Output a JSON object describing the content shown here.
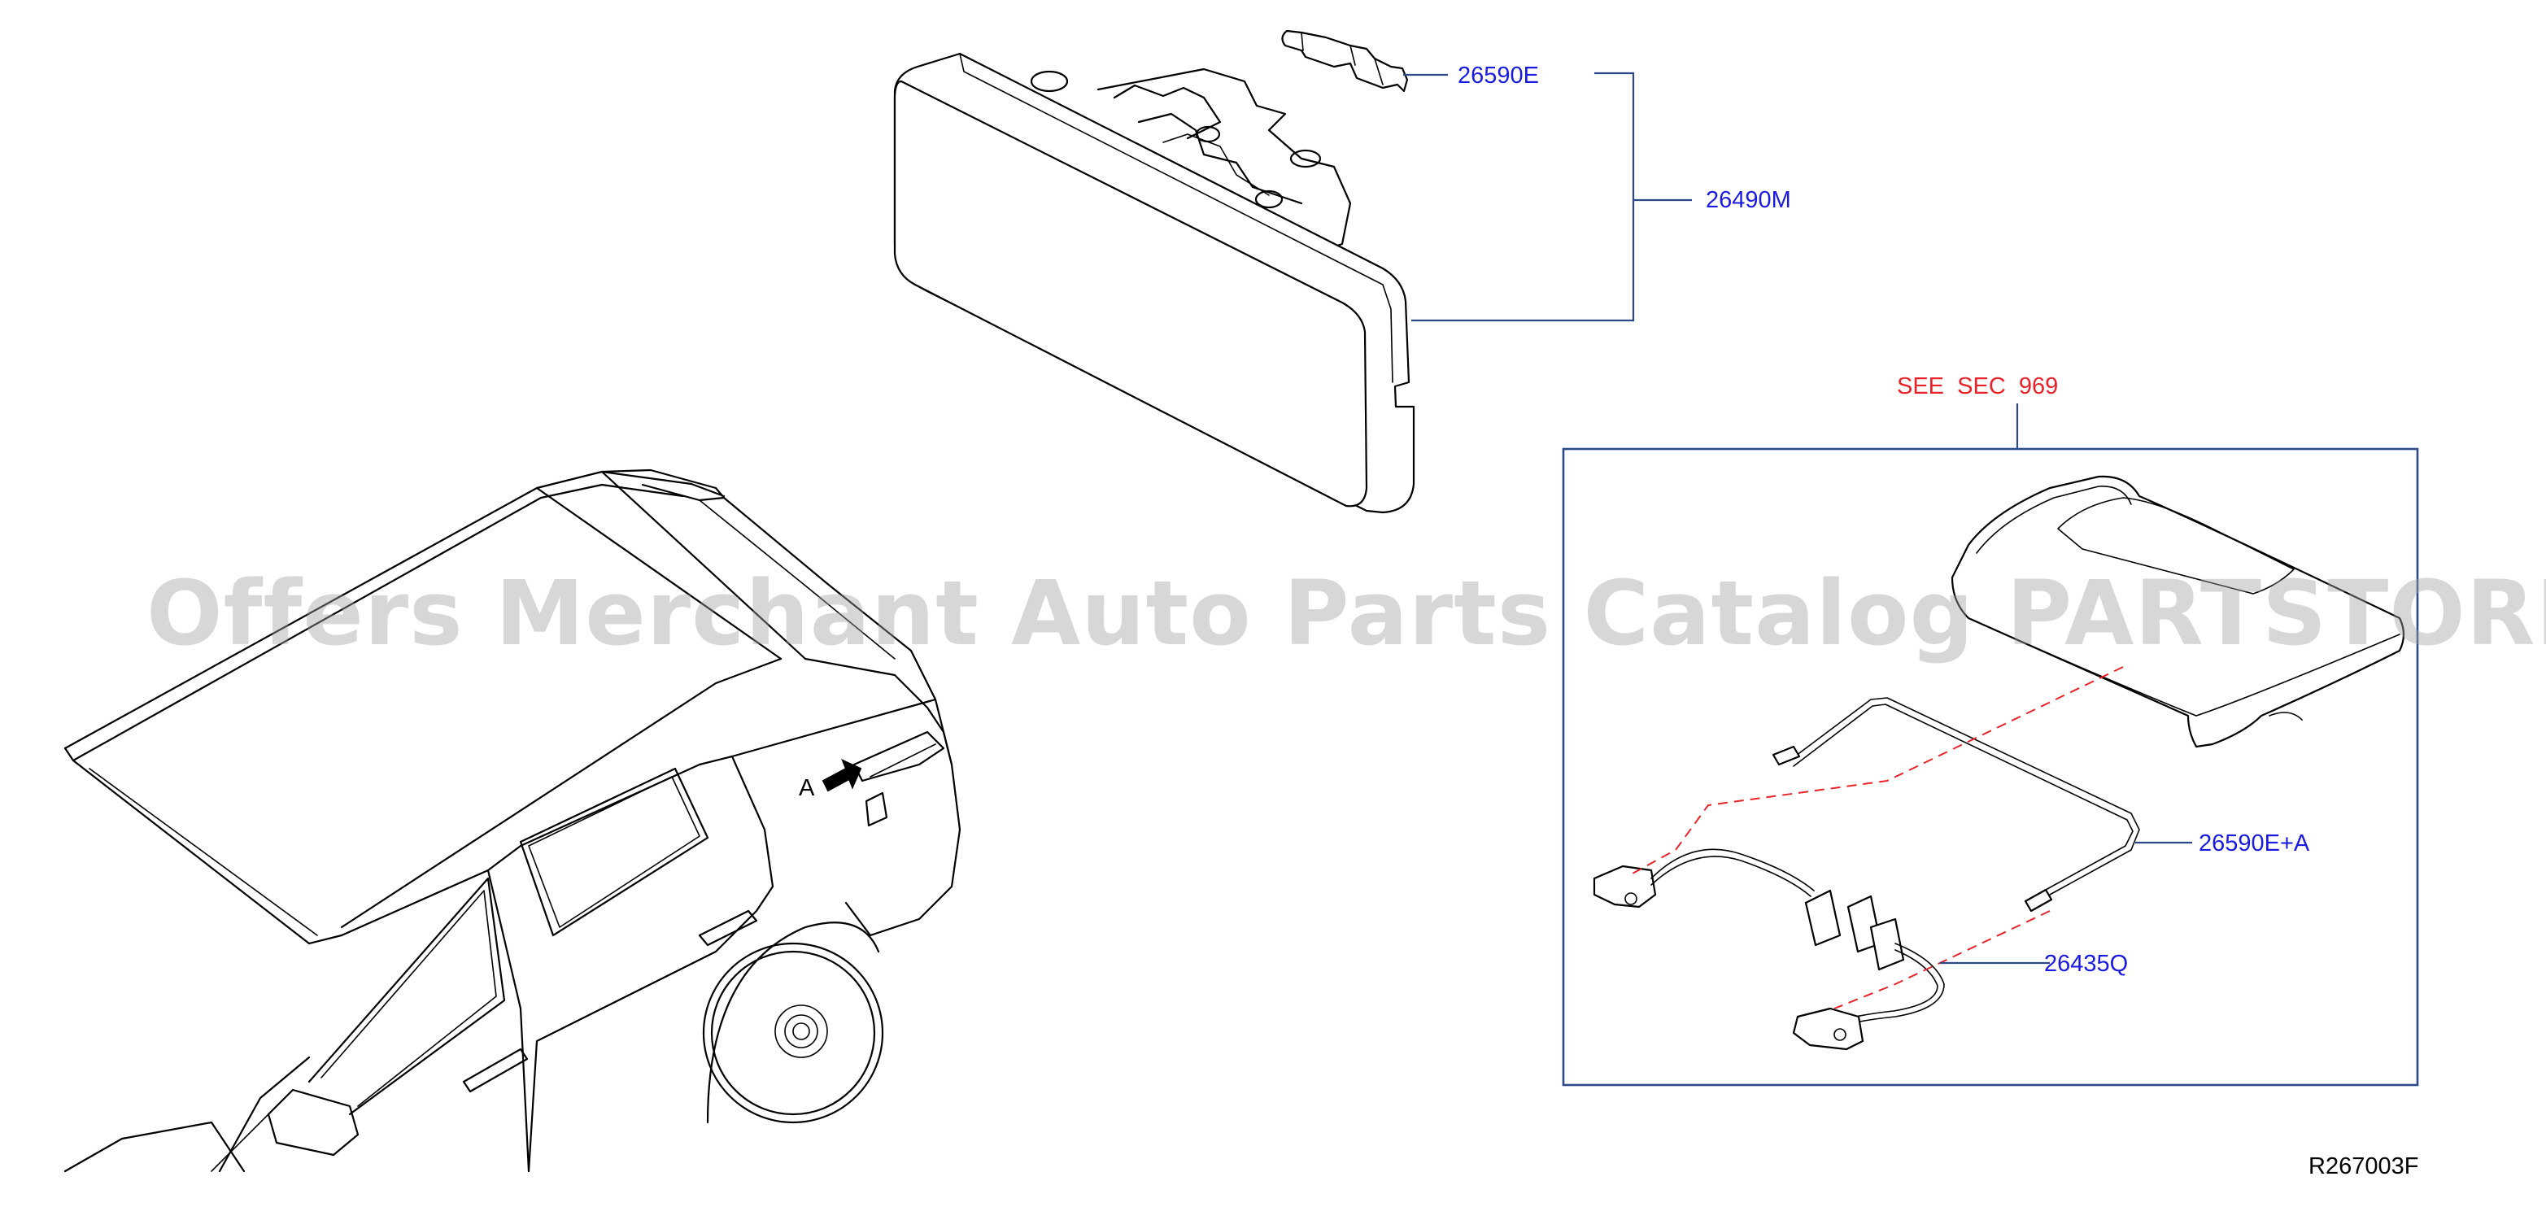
{
  "labels": {
    "bulb": "26590E",
    "lamp_assembly": "26490M",
    "see_sec": "SEE  SEC  969",
    "harness_bulb": "26590E+A",
    "harness": "26435Q",
    "view_marker": "A",
    "diagram_id": "R267003F"
  },
  "watermark": "Offers Merchant Auto Parts Catalog PARTSTORE.SA",
  "colors": {
    "part_number": "#1a1ae0",
    "section_ref": "#e8232a",
    "leader_line": "#2c4a8a",
    "phantom_line": "#e8232a"
  }
}
